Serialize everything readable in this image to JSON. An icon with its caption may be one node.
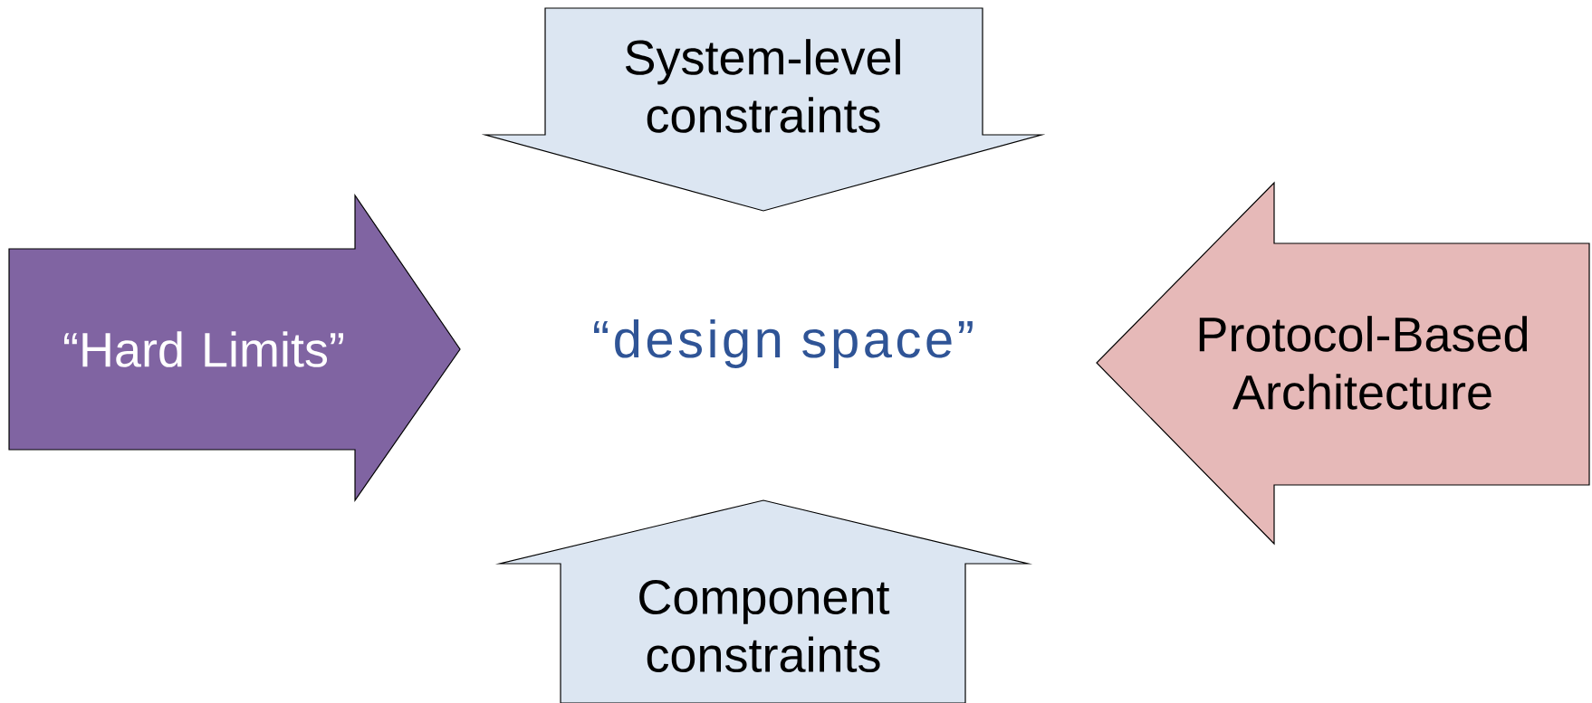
{
  "diagram": {
    "nodes": [
      {
        "text": [
          "System-level constraints"
        ]
      },
      {
        "text": [
          "“Hard Limits”"
        ]
      },
      {
        "text": [
          "Protocol-Based Architecture"
        ]
      },
      {
        "text": [
          "Component constraints"
        ]
      }
    ],
    "labels": [
      "“design space”"
    ]
  }
}
